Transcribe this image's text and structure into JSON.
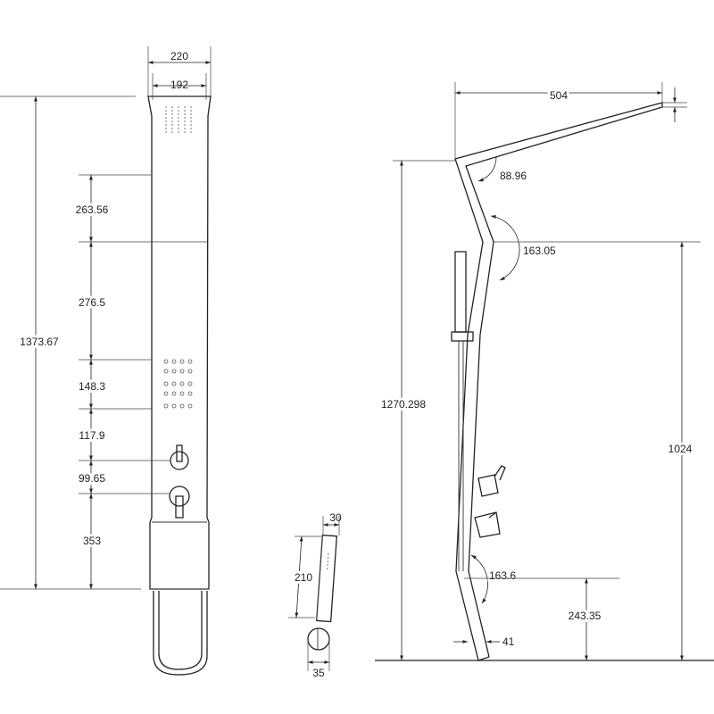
{
  "front_view": {
    "width_outer": "220",
    "width_inner": "192",
    "total_height": "1373.67",
    "segments": [
      "263.56",
      "276.5",
      "148.3",
      "117.9",
      "99.65",
      "353"
    ]
  },
  "hand_shower": {
    "width_top": "30",
    "length": "210",
    "width_bottom": "35"
  },
  "side_view": {
    "top_depth": "504",
    "top_angle": "88.96",
    "bend_angle": "163.05",
    "lower_angle": "163.6",
    "total_height": "1270.298",
    "bend_height": "1024",
    "lower_height": "243.35",
    "base_offset": "41"
  }
}
